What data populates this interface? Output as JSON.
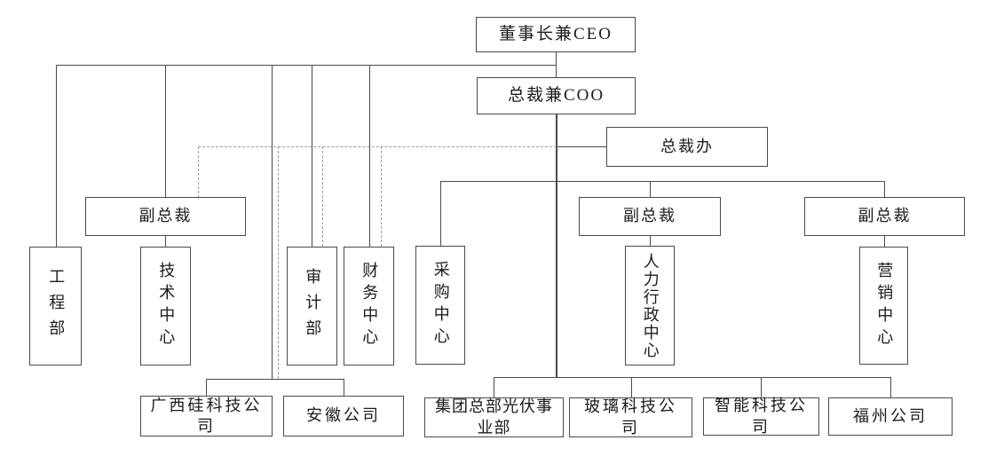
{
  "figure": {
    "type": "organization-chart",
    "background": "#ffffff"
  },
  "colors": {
    "box_border": "#4a4a4a",
    "solid_line": "#4a4a4a",
    "dashed_line": "#9b9b9b",
    "text": "#1c1c1c"
  },
  "nodes": {
    "ceo": {
      "label": "董事长兼CEO"
    },
    "coo": {
      "label": "总裁兼COO"
    },
    "president_office": {
      "label": "总裁办"
    },
    "vp_left": {
      "label": "副总裁"
    },
    "vp_mid": {
      "label": "副总裁"
    },
    "vp_right": {
      "label": "副总裁"
    },
    "engineering_dept": {
      "label": "工程部"
    },
    "technology_center": {
      "label": "技术中心"
    },
    "audit_dept": {
      "label": "审计部"
    },
    "finance_center": {
      "label": "财务中心"
    },
    "procurement_center": {
      "label": "采购中心"
    },
    "hr_admin_center": {
      "label": "人力行政中心"
    },
    "marketing_center": {
      "label": "营销中心"
    },
    "guangxi_silicon_company": {
      "label": "广西硅科技公司"
    },
    "anhui_company": {
      "label": "安徽公司"
    },
    "group_hq_pv_division": {
      "label": "集团总部光伏事业部"
    },
    "glass_tech_company": {
      "label": "玻璃科技公司"
    },
    "smart_tech_company": {
      "label": "智能科技公司"
    },
    "fuzhou_company": {
      "label": "福州公司"
    }
  },
  "edges": [
    {
      "from": "ceo",
      "to": "coo",
      "style": "solid"
    },
    {
      "from": "ceo",
      "to": "engineering_dept",
      "style": "solid"
    },
    {
      "from": "ceo",
      "to": "vp_left",
      "style": "solid"
    },
    {
      "from": "ceo",
      "to": "audit_dept",
      "style": "solid"
    },
    {
      "from": "ceo",
      "to": "finance_center",
      "style": "solid"
    },
    {
      "from": "ceo",
      "to": "guangxi_silicon_company",
      "style": "solid"
    },
    {
      "from": "ceo",
      "to": "anhui_company",
      "style": "solid"
    },
    {
      "from": "coo",
      "to": "president_office",
      "style": "solid"
    },
    {
      "from": "coo",
      "to": "procurement_center",
      "style": "solid"
    },
    {
      "from": "coo",
      "to": "vp_mid",
      "style": "solid"
    },
    {
      "from": "coo",
      "to": "vp_right",
      "style": "solid"
    },
    {
      "from": "coo",
      "to": "group_hq_pv_division",
      "style": "solid"
    },
    {
      "from": "coo",
      "to": "glass_tech_company",
      "style": "solid"
    },
    {
      "from": "coo",
      "to": "smart_tech_company",
      "style": "solid"
    },
    {
      "from": "coo",
      "to": "fuzhou_company",
      "style": "solid"
    },
    {
      "from": "vp_left",
      "to": "technology_center",
      "style": "solid"
    },
    {
      "from": "vp_mid",
      "to": "hr_admin_center",
      "style": "solid"
    },
    {
      "from": "vp_right",
      "to": "marketing_center",
      "style": "solid"
    },
    {
      "from": "president_office",
      "to": "vp_left",
      "style": "dashed"
    },
    {
      "from": "president_office",
      "to": "audit_dept",
      "style": "dashed"
    },
    {
      "from": "president_office",
      "to": "finance_center",
      "style": "dashed"
    },
    {
      "from": "president_office",
      "to": "guangxi_silicon_company",
      "style": "dashed"
    },
    {
      "from": "president_office",
      "to": "anhui_company",
      "style": "dashed"
    }
  ]
}
